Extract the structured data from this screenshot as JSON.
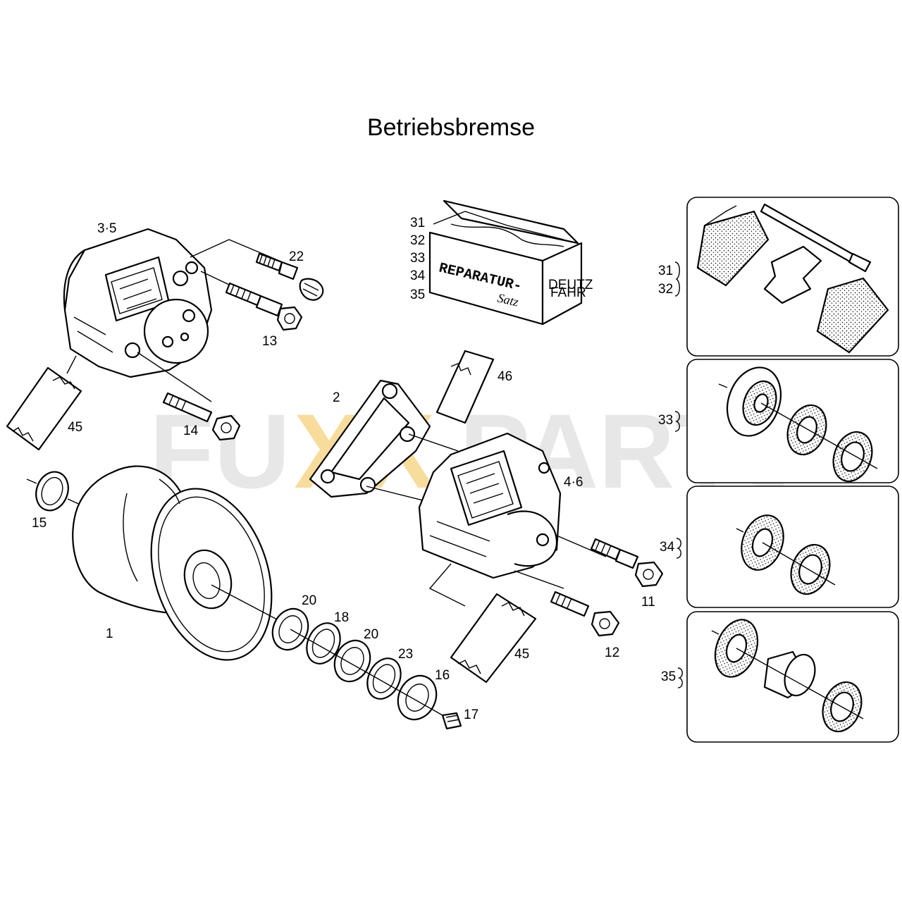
{
  "title": "Betriebsbremse",
  "watermark": {
    "part1": "FU",
    "part2": "XX",
    "part3": "PARTS",
    "accent": "#f2c04a",
    "gray": "#c9c9c9"
  },
  "kit_box": {
    "line1": "REPARATUR-",
    "line2": "Satz",
    "logo_line1": "DEUTZ",
    "logo_line2": "FAHR"
  },
  "labels": {
    "l1": "1",
    "l2": "2",
    "l3_5": "3·5",
    "l4_6": "4·6",
    "l11": "11",
    "l12": "12",
    "l13": "13",
    "l14": "14",
    "l15": "15",
    "l16": "16",
    "l17": "17",
    "l18": "18",
    "l20a": "20",
    "l20b": "20",
    "l22": "22",
    "l23": "23",
    "l45a": "45",
    "l45b": "45",
    "l46": "46"
  },
  "kit_labels": [
    "31",
    "32",
    "33",
    "34",
    "35"
  ],
  "panels": [
    {
      "labels": [
        "31",
        "32"
      ]
    },
    {
      "labels": [
        "33"
      ]
    },
    {
      "labels": [
        "34"
      ]
    },
    {
      "labels": [
        "35"
      ]
    }
  ]
}
